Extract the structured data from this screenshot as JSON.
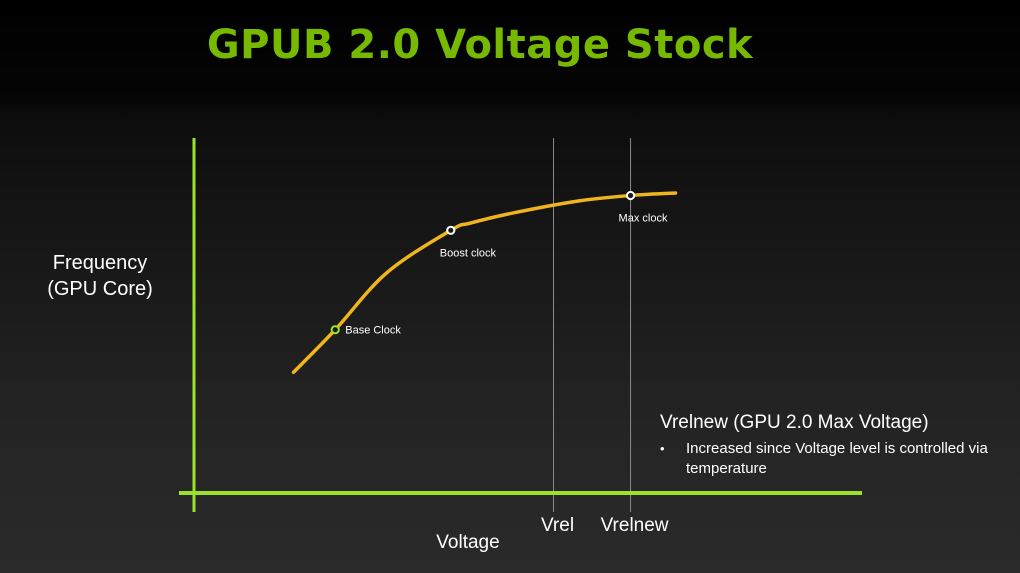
{
  "title": "GPUB 2.0 Voltage Stock",
  "colors": {
    "accent": "#76b900",
    "axis": "#9be22a",
    "curve": "#f0b41e",
    "text": "#ffffff",
    "reference_line": "#8a8a8a"
  },
  "note": {
    "heading": "Vrelnew (GPU 2.0 Max Voltage)",
    "bullets": [
      "Increased since Voltage level is controlled via temperature"
    ]
  },
  "chart_data": {
    "type": "line",
    "title": "GPUB 2.0 Voltage Stock",
    "xlabel": "Voltage",
    "ylabel_lines": [
      "Frequency",
      "(GPU Core)"
    ],
    "xlim": [
      0,
      100
    ],
    "ylim": [
      0,
      100
    ],
    "grid": false,
    "legend": "none",
    "series": [
      {
        "x": [
          15.5,
          22,
          30,
          40,
          43,
          50,
          60,
          68,
          75
        ],
        "y": [
          34,
          46,
          62,
          74,
          76,
          79,
          82.3,
          83.8,
          84.5
        ]
      }
    ],
    "points": [
      {
        "label": "Base Clock",
        "x": 22,
        "y": 46,
        "color": "#9be22a"
      },
      {
        "label": "Boost clock",
        "x": 40,
        "y": 74,
        "color": "#ffffff"
      },
      {
        "label": "Max clock",
        "x": 68,
        "y": 83.8,
        "color": "#ffffff"
      }
    ],
    "reference_lines": [
      {
        "label": "Vrel",
        "x": 56
      },
      {
        "label": "Vrelnew",
        "x": 68
      }
    ]
  }
}
